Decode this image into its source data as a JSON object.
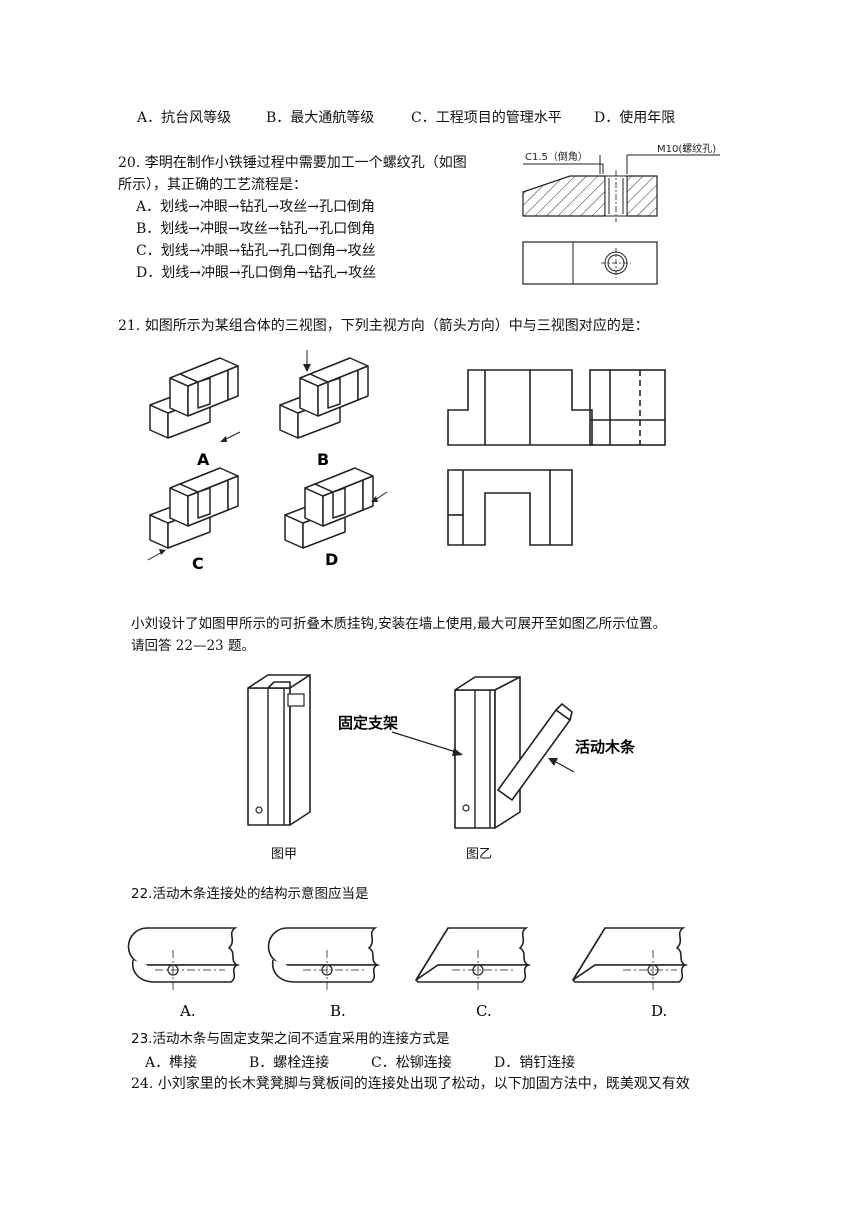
{
  "q19_options": [
    "A．抗台风等级",
    "B．最大通航等级",
    "C．工程项目的管理水平",
    "D．使用年限"
  ],
  "q20": {
    "stem_line1": "20.  李明在制作小铁锤过程中需要加工一个螺纹孔（如图",
    "stem_line2": "所示），其正确的工艺流程是：",
    "options": [
      "A．划线→冲眼→钻孔→攻丝→孔口倒角",
      "B．划线→冲眼→攻丝→钻孔→孔口倒角",
      "C．划线→冲眼→钻孔→孔口倒角→攻丝",
      "D．划线→冲眼→孔口倒角→钻孔→攻丝"
    ],
    "fig_label_chamfer": "C1.5（倒角）",
    "fig_label_thread": "M10(螺纹孔)"
  },
  "q21": {
    "stem": "21.  如图所示为某组合体的三视图，下列主视方向（箭头方向）中与三视图对应的是：",
    "choice_labels": [
      "A",
      "B",
      "C",
      "D"
    ]
  },
  "intro": {
    "line1": "小刘设计了如图甲所示的可折叠木质挂钩,安装在墙上使用,最大可展开至如图乙所示位置。",
    "line2": "请回答 22—23 题。",
    "label_fixed": "固定支架",
    "label_moving": "活动木条",
    "caption_a": "图甲",
    "caption_b": "图乙"
  },
  "q22": {
    "stem": "22.活动木条连接处的结构示意图应当是",
    "choice_labels": [
      "A.",
      "B.",
      "C.",
      "D."
    ]
  },
  "q23": {
    "stem": "23.活动木条与固定支架之间不适宜采用的连接方式是",
    "options": [
      "A．榫接",
      "B．螺栓连接",
      "C．松铆连接",
      "D．销钉连接"
    ]
  },
  "q24": {
    "stem": "24.  小刘家里的长木凳凳脚与凳板间的连接处出现了松动，以下加固方法中，既美观又有效"
  }
}
